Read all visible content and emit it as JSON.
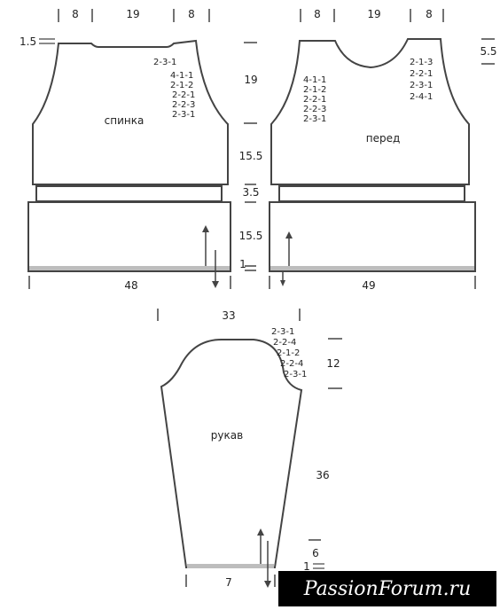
{
  "colors": {
    "line": "#444444",
    "band": "#bdbdbd",
    "watermark_bg": "#000000",
    "watermark_fg": "#ffffff"
  },
  "back": {
    "label": "спинка",
    "top_dims": [
      "8",
      "19",
      "8"
    ],
    "shoulder_drop": "1.5",
    "side_dims": [
      "19",
      "15.5",
      "3.5",
      "15.5",
      "1"
    ],
    "bottom_width": "48",
    "armhole_decreases": [
      "2-3-1",
      "4-1-1",
      "2-1-2",
      "2-2-1",
      "2-2-3",
      "2-3-1"
    ]
  },
  "front": {
    "label": "перед",
    "top_dims": [
      "8",
      "19",
      "8"
    ],
    "neck_depth": "5.5",
    "bottom_width": "49",
    "armhole_decreases": [
      "4-1-1",
      "2-1-2",
      "2-2-1",
      "2-2-3",
      "2-3-1"
    ],
    "neck_decreases": [
      "2-1-3",
      "2-2-1",
      "2-3-1",
      "2-4-1"
    ]
  },
  "sleeve": {
    "label": "рукав",
    "top_width": "33",
    "cap_height": "12",
    "length": "36",
    "cuff": "6",
    "band": "1",
    "bottom_width": "7",
    "cap_decreases": [
      "2-3-1",
      "2-2-4",
      "2-1-2",
      "2-2-4",
      "2-3-1"
    ]
  },
  "watermark": "PassionForum.ru"
}
